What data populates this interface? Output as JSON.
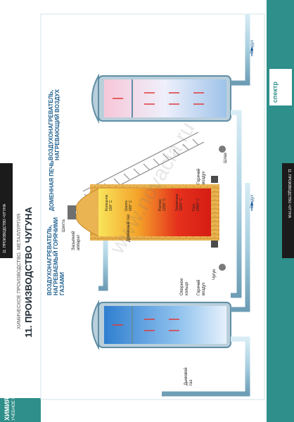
{
  "poster": {
    "series_title": "ХИМИЧЕСКОЕ ПРОИЗВОДСТВО. МЕТАЛЛУРГИЯ",
    "title": "11. ПРОИЗВОДСТВО ЧУГУНА",
    "left_band_text": "11. ПРОИЗВОДСТВО ЧУГУНА",
    "right_band_text": "11. ПРОИЗВОДСТВО ЧУГУНА",
    "subject": "ХИМИЯ",
    "subject_sub": "УЧЕБНОЕ ПОСОБИЕ",
    "logo_text": "спектр",
    "watermark": "www.novacia.ru"
  },
  "labels": {
    "heater_top": [
      "ВОЗДУХОНАГРЕВАТЕЛЬ,",
      "НАГРЕВАЮЩИЙ ВОЗДУХ"
    ],
    "heater_bottom": [
      "ВОЗДУХОНАГРЕВАТЕЛЬ,",
      "НАГРЕВАЕМЫЙ ГОРЯЧИМИ",
      "ГАЗАМИ"
    ],
    "furnace": "ДОМЕННАЯ ПЕЧЬ",
    "charge": "Шихта",
    "loader": [
      "Засыпной",
      "аппарат"
    ],
    "ring": [
      "Опорное",
      "кольцо"
    ],
    "blast_gas": "Доменный газ",
    "flue_gas": [
      "Дымовой",
      "газ"
    ],
    "hot_air_top": [
      "Горячий",
      "воздух"
    ],
    "hot_air_bottom": [
      "Горячий",
      "воздух"
    ],
    "slag": "Шлак",
    "iron": "Чугун",
    "air_top": "Воздух",
    "air_mid": "Воздух"
  },
  "zones": {
    "top": [
      "Колошник",
      "100° С"
    ],
    "shaft": [
      "Шахта",
      "600° С"
    ],
    "raspar": [
      "Распар",
      "1200° С"
    ],
    "zaplechiki": [
      "Заплечики",
      "1900° С"
    ],
    "gorn": [
      "Горн",
      "2000° С"
    ]
  },
  "colors": {
    "teal": "#2f8f8a",
    "pipe": "#a8cfe0",
    "pipe_dark": "#5f8ea5",
    "brick": "#e8b04a",
    "fire_hot": "#e02a1a",
    "fire_warm": "#f6d33a",
    "cold_blue": "#2e7fc9",
    "hot_pink": "#e6a8c4"
  }
}
